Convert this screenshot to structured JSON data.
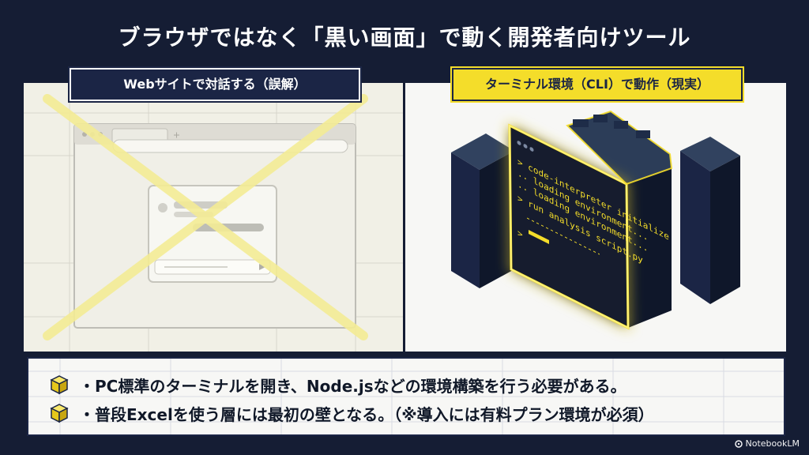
{
  "slide": {
    "title": "ブラウザではなく「黒い画面」で動く開発者向けツール",
    "left_label": "Webサイトで対話する（誤解）",
    "right_label": "ターミナル環境（CLI）で動作（現実）",
    "terminal_lines": [
      "> code-interpreter initialize",
      ".. loading environment...",
      ".. loading environment...",
      "> run analysis script.py"
    ],
    "bullets": [
      "・PC標準のターミナルを開き、Node.jsなどの環境構築を行う必要がある。",
      "・普段Excelを使う層には最初の壁となる。（※導入には有料プラン環境が必須）"
    ],
    "brand": "NotebookLM"
  },
  "colors": {
    "background": "#151d34",
    "accent_yellow": "#f4dd2a",
    "navy": "#1b2545",
    "left_panel": "#f1f0e6",
    "right_panel": "#f7f7f5"
  },
  "icons": {
    "bullet_icon": "yellow-cube-icon",
    "brand_icon": "notebooklm-icon"
  }
}
